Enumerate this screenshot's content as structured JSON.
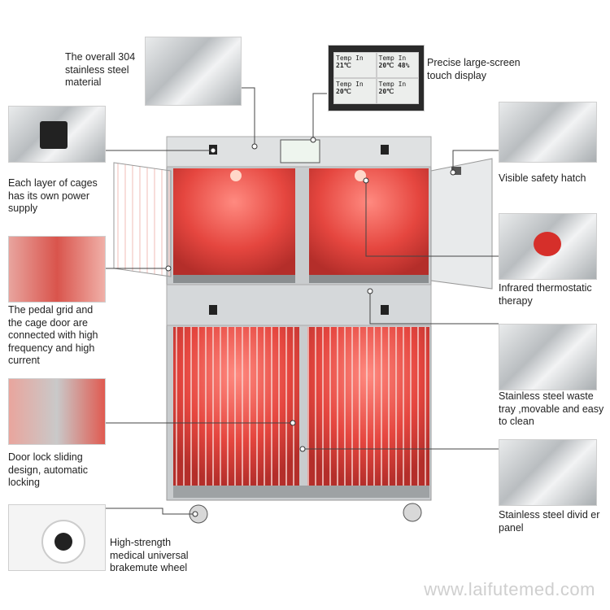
{
  "callouts": {
    "material": "The overall 304 stainless steel material",
    "display": "Precise large-screen touch display",
    "power": "Each layer of cages has its own power supply",
    "hatch": "Visible safety hatch",
    "pedal": "The pedal grid and the cage door are connected with high frequency and high current",
    "infrared": "Infrared thermostatic therapy",
    "lock": "Door lock sliding design, automatic locking",
    "tray": "Stainless steel waste tray ,movable and easy to clean",
    "wheel": "High-strength medical universal brakemute wheel",
    "divider": "Stainless steel divid er panel"
  },
  "display_screen": {
    "cells": [
      {
        "label": "Temp In",
        "value": "21℃"
      },
      {
        "label": "Temp In",
        "value": "20℃",
        "humidity": "48%"
      },
      {
        "label": "Temp In",
        "value": "20℃"
      },
      {
        "label": "Temp In",
        "value": "20℃"
      }
    ]
  },
  "watermark": "www.laifutemed.com",
  "colors": {
    "red_glow": "#e8453f",
    "steel": "#b9bdc0"
  }
}
